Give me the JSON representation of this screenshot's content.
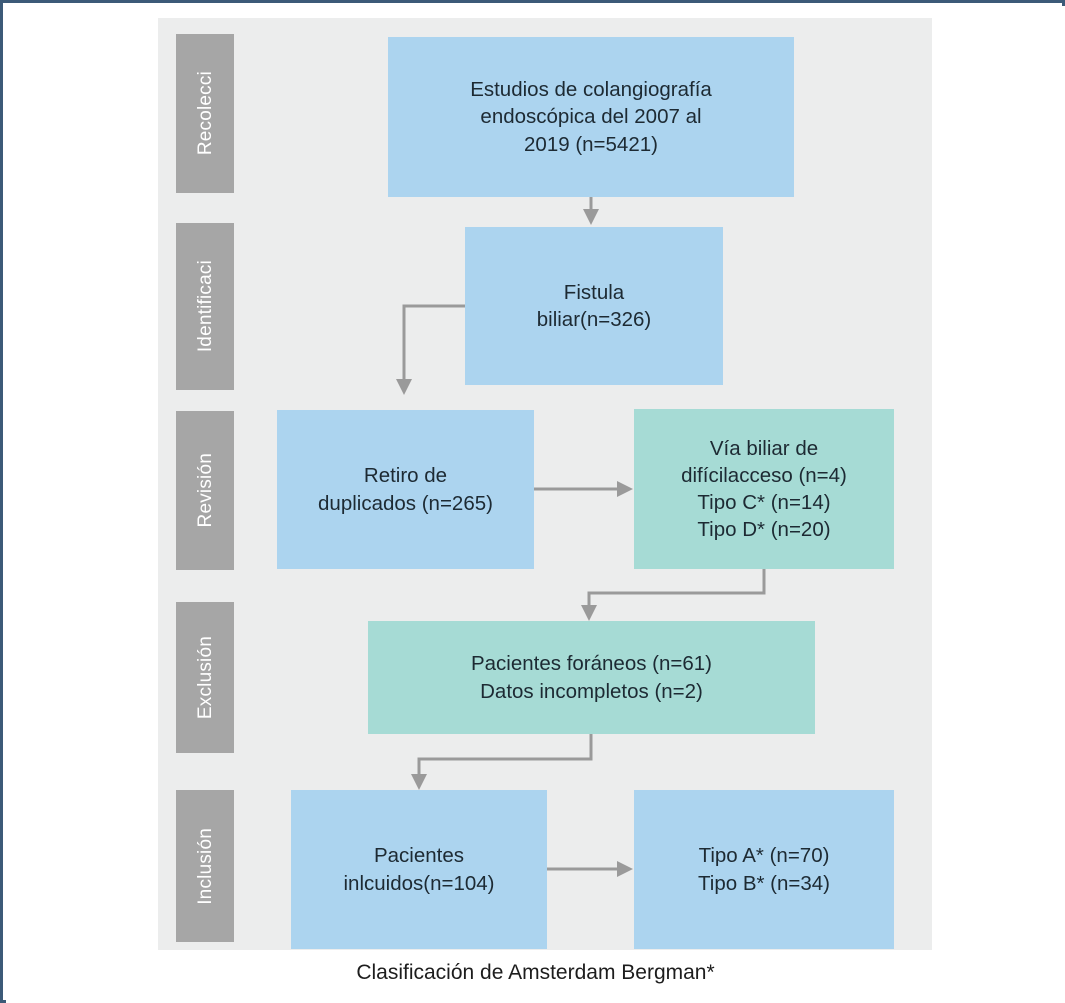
{
  "figure": {
    "caption": "Clasificación de Amsterdam Bergman*",
    "colors": {
      "frame_border": "#3c5a78",
      "panel_background": "#eceded",
      "stage_label_fill": "#a6a6a6",
      "stage_label_text": "#ffffff",
      "box_blue": "#acd4ef",
      "box_green": "#a6dbd5",
      "connector": "#9a9a9a",
      "box_text": "#1d2a33"
    }
  },
  "stages": [
    {
      "id": "recoleccion",
      "label": "Recolecci"
    },
    {
      "id": "identificacion",
      "label": "Identificaci"
    },
    {
      "id": "revision",
      "label": "Revisión"
    },
    {
      "id": "exclusion",
      "label": "Exclusión"
    },
    {
      "id": "inclusion",
      "label": "Inclusión"
    }
  ],
  "nodes": [
    {
      "id": "estudios",
      "text": "Estudios de colangiografía\nendoscópica del 2007 al\n2019 (n=5421)",
      "color": "blue"
    },
    {
      "id": "fistula",
      "text": "Fistula\nbiliar(n=326)",
      "color": "blue"
    },
    {
      "id": "duplicados",
      "text": "Retiro de\nduplicados (n=265)",
      "color": "blue"
    },
    {
      "id": "via-biliar",
      "text": "Vía biliar de\ndifícilacceso (n=4)\nTipo C* (n=14)\nTipo D* (n=20)",
      "color": "green"
    },
    {
      "id": "exclusiones",
      "text": "Pacientes foráneos (n=61)\nDatos incompletos (n=2)",
      "color": "green"
    },
    {
      "id": "incluidos",
      "text": "Pacientes\ninlcuidos(n=104)",
      "color": "blue"
    },
    {
      "id": "tipos-ab",
      "text": "Tipo A* (n=70)\nTipo B* (n=34)",
      "color": "blue"
    }
  ],
  "connections": [
    {
      "id": "estudios-to-fistula",
      "from": "estudios",
      "to": "fistula",
      "style": "straight-down"
    },
    {
      "id": "fistula-to-duplicados",
      "from": "fistula",
      "to": "duplicados",
      "style": "elbow-left-down"
    },
    {
      "id": "duplicados-to-via-biliar",
      "from": "duplicados",
      "to": "via-biliar",
      "style": "straight-right"
    },
    {
      "id": "via-biliar-to-exclusiones",
      "from": "via-biliar",
      "to": "exclusiones",
      "style": "elbow-left-down"
    },
    {
      "id": "exclusiones-to-incluidos",
      "from": "exclusiones",
      "to": "incluidos",
      "style": "elbow-left-down"
    },
    {
      "id": "incluidos-to-tipos-ab",
      "from": "incluidos",
      "to": "tipos-ab",
      "style": "straight-right"
    }
  ]
}
